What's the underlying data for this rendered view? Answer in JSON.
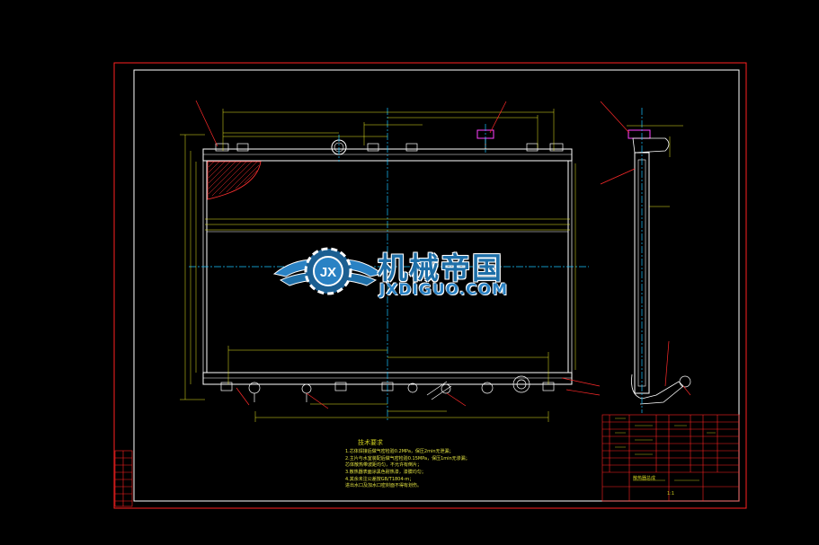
{
  "watermark": {
    "chinese_name": "机械帝国",
    "website": "JXDIGUO.COM",
    "emblem_letters": "JX"
  },
  "notes": {
    "title": "技术要求",
    "lines": [
      "1.芯体焊接后做气密检验0.2MPa，保压2min无泄漏；",
      "2.主片与水室装配后做气密检验0.15MPa，保压1min无渗漏；",
      "  芯体散热带波距均匀，不允许有倒片；",
      "3.散热器表面涂黑色耐热漆，漆膜均匀；",
      "4.其余未注公差按GB/T1804-m；",
      "  进出水口及加水口密封面不得有划伤。"
    ]
  },
  "title_block": {
    "drawing_name": "散热器总成",
    "scale": "1:1"
  },
  "colors": {
    "frame": "#ff2020",
    "outline": "#ffffff",
    "centerline": "#19c3ff",
    "dimension": "#e8e820",
    "hatch": "#ff3030",
    "leader": "#ff2a2a",
    "cap": "#ff40ff"
  }
}
